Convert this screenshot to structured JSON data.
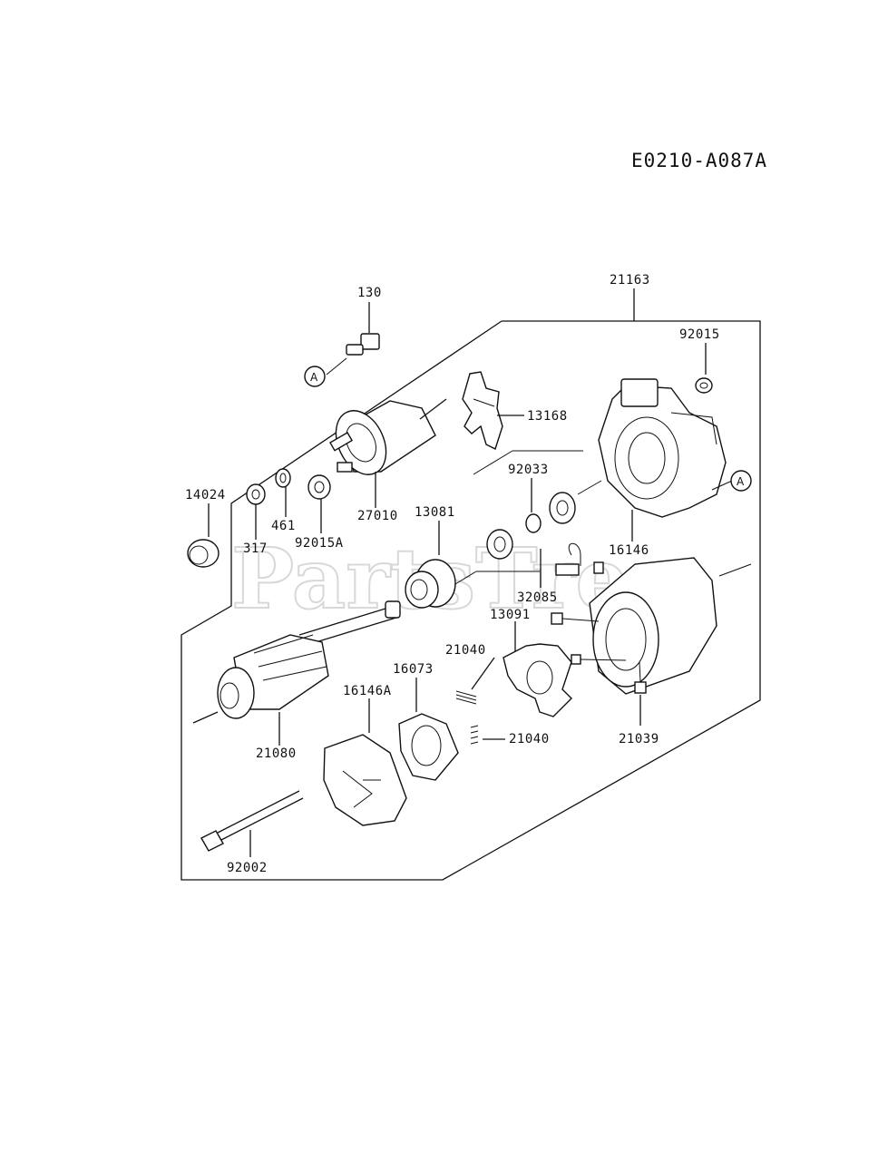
{
  "diagram_code": "E0210-A087A",
  "watermark": "PartsTree",
  "ref_marker": "A",
  "part_labels": [
    "130",
    "21163",
    "92015",
    "13168",
    "92033",
    "14024",
    "461",
    "317",
    "92015A",
    "27010",
    "13081",
    "16146",
    "32085",
    "13091",
    "21040",
    "16073",
    "16146A",
    "21080",
    "21040",
    "21039",
    "92002"
  ]
}
